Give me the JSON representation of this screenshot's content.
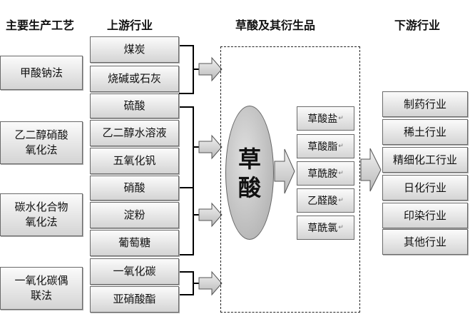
{
  "headers": {
    "process": "主要生产工艺",
    "upstream": "上游行业",
    "products": "草酸及其衍生品",
    "downstream": "下游行业"
  },
  "processes": [
    {
      "label": "甲酸钠法"
    },
    {
      "label": "乙二醇硝酸\n氧化法"
    },
    {
      "label": "碳水化合物\n氧化法"
    },
    {
      "label": "一氧化碳偶\n联法"
    }
  ],
  "upstream": [
    {
      "label": "煤炭"
    },
    {
      "label": "烧碱或石灰"
    },
    {
      "label": "硫酸"
    },
    {
      "label": "乙二醇水溶液"
    },
    {
      "label": "五氧化钒"
    },
    {
      "label": "硝酸"
    },
    {
      "label": "淀粉"
    },
    {
      "label": "葡萄糖"
    },
    {
      "label": "一氧化碳"
    },
    {
      "label": "亚硝酸酯"
    }
  ],
  "center": {
    "label": "草\n酸"
  },
  "derivatives": [
    {
      "label": "草酸盐"
    },
    {
      "label": "草酸脂"
    },
    {
      "label": "草酰胺"
    },
    {
      "label": "乙醛酸"
    },
    {
      "label": "草酰氯"
    }
  ],
  "downstream": [
    {
      "label": "制药行业"
    },
    {
      "label": "稀土行业"
    },
    {
      "label": "精细化工行业"
    },
    {
      "label": "日化行业"
    },
    {
      "label": "印染行业"
    },
    {
      "label": "其他行业"
    }
  ],
  "paragraph_mark": "↵"
}
